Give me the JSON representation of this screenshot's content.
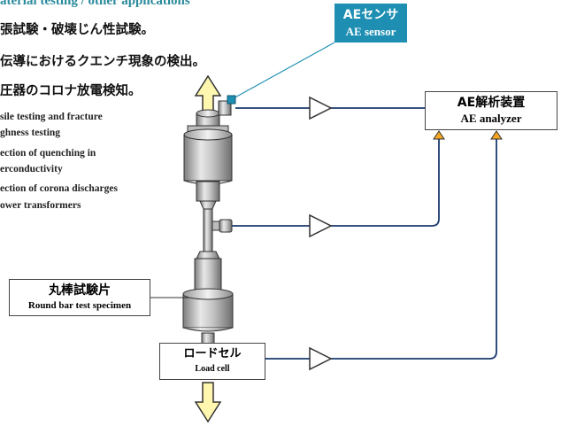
{
  "heading": "aterial testing / other applications",
  "jp_items": [
    "張試験・破壊じん性試験。",
    "伝導におけるクエンチ現象の検出。",
    "圧器のコロナ放電検知。"
  ],
  "en_items": [
    "sile testing and fracture",
    "ghness testing",
    "ection of quenching in",
    "erconductivity",
    "ection of corona discharges",
    "ower transformers"
  ],
  "sensor": {
    "jp": "AEセンサ",
    "en": "AE sensor"
  },
  "analyzer": {
    "jp": "AE解析装置",
    "en": "AE analyzer"
  },
  "specimen": {
    "jp": "丸棒試験片",
    "en": "Round bar test specimen"
  },
  "loadcell": {
    "jp": "ロードセル",
    "en": "Load cell"
  },
  "colors": {
    "heading": "#2a8a9c",
    "sensor_box": "#1e8fb3",
    "arrow_fill": "#fff6b0",
    "triangle_fill": "#f5a623",
    "metal": "#b8b8b8"
  }
}
